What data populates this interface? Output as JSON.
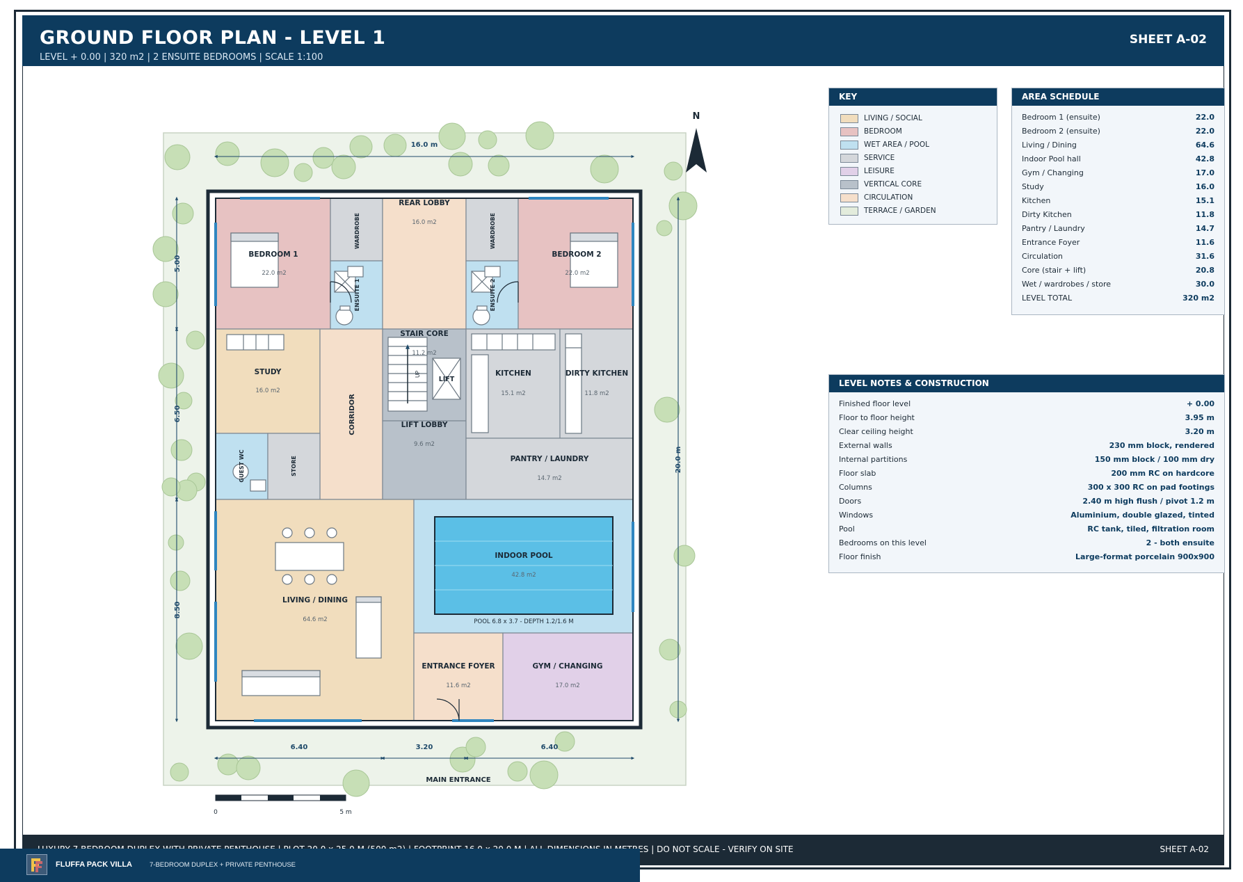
{
  "header": {
    "title": "GROUND FLOOR PLAN - LEVEL 1",
    "subtitle": "LEVEL + 0.00  |  320 m2  |  2 ENSUITE BEDROOMS  |  SCALE 1:100",
    "sheet": "SHEET A-02"
  },
  "colors": {
    "header_bg": "#0d3b5e",
    "living": "#f1ddbd",
    "bedroom": "#e7c2c2",
    "wet": "#bfe0f0",
    "service": "#d4d7db",
    "leisure": "#e1d0e8",
    "core": "#b8c1ca",
    "circulation": "#f5dfcb",
    "garden": "#e9f0e6",
    "pool_water": "#5bbfe6",
    "tree": "#c7dfb6"
  },
  "key": {
    "title": "KEY",
    "items": [
      {
        "label": "LIVING / SOCIAL",
        "color": "#f1ddbd"
      },
      {
        "label": "BEDROOM",
        "color": "#e7c2c2"
      },
      {
        "label": "WET AREA / POOL",
        "color": "#bfe0f0"
      },
      {
        "label": "SERVICE",
        "color": "#d4d7db"
      },
      {
        "label": "LEISURE",
        "color": "#e1d0e8"
      },
      {
        "label": "VERTICAL CORE",
        "color": "#b8c1ca"
      },
      {
        "label": "CIRCULATION",
        "color": "#f5dfcb"
      },
      {
        "label": "TERRACE / GARDEN",
        "color": "#e3ecdc"
      }
    ]
  },
  "schedule": {
    "title": "AREA SCHEDULE",
    "rows": [
      {
        "label": "Bedroom 1 (ensuite)",
        "value": "22.0"
      },
      {
        "label": "Bedroom 2 (ensuite)",
        "value": "22.0"
      },
      {
        "label": "Living / Dining",
        "value": "64.6"
      },
      {
        "label": "Indoor Pool hall",
        "value": "42.8"
      },
      {
        "label": "Gym / Changing",
        "value": "17.0"
      },
      {
        "label": "Study",
        "value": "16.0"
      },
      {
        "label": "Kitchen",
        "value": "15.1"
      },
      {
        "label": "Dirty Kitchen",
        "value": "11.8"
      },
      {
        "label": "Pantry / Laundry",
        "value": "14.7"
      },
      {
        "label": "Entrance Foyer",
        "value": "11.6"
      },
      {
        "label": "Circulation",
        "value": "31.6"
      },
      {
        "label": "Core (stair + lift)",
        "value": "20.8"
      },
      {
        "label": "Wet / wardrobes / store",
        "value": "30.0"
      },
      {
        "label": "LEVEL TOTAL",
        "value": "320 m2"
      }
    ]
  },
  "notes": {
    "title": "LEVEL NOTES & CONSTRUCTION",
    "rows": [
      {
        "label": "Finished floor level",
        "value": "+ 0.00"
      },
      {
        "label": "Floor to floor height",
        "value": "3.95 m"
      },
      {
        "label": "Clear ceiling height",
        "value": "3.20 m"
      },
      {
        "label": "External walls",
        "value": "230 mm block, rendered"
      },
      {
        "label": "Internal partitions",
        "value": "150 mm block / 100 mm dry"
      },
      {
        "label": "Floor slab",
        "value": "200 mm RC on hardcore"
      },
      {
        "label": "Columns",
        "value": "300 x 300 RC on pad footings"
      },
      {
        "label": "Doors",
        "value": "2.40 m high flush / pivot 1.2 m"
      },
      {
        "label": "Windows",
        "value": "Aluminium, double glazed, tinted"
      },
      {
        "label": "Pool",
        "value": "RC tank, tiled, filtration room"
      },
      {
        "label": "Bedrooms on this level",
        "value": "2 - both ensuite"
      },
      {
        "label": "Floor finish",
        "value": "Large-format porcelain 900x900"
      }
    ]
  },
  "plan": {
    "north": "N",
    "rooms": {
      "bedroom1": {
        "name": "BEDROOM 1",
        "area": "22.0 m2"
      },
      "bedroom2": {
        "name": "BEDROOM 2",
        "area": "22.0 m2"
      },
      "rear_lobby": {
        "name": "REAR LOBBY",
        "area": "16.0 m2"
      },
      "wardrobe1": {
        "name": "WARDROBE"
      },
      "wardrobe2": {
        "name": "WARDROBE"
      },
      "ensuite1": {
        "name": "ENSUITE 1"
      },
      "ensuite2": {
        "name": "ENSUITE 2"
      },
      "study": {
        "name": "STUDY",
        "area": "16.0 m2"
      },
      "corridor": {
        "name": "CORRIDOR"
      },
      "stair_core": {
        "name": "STAIR CORE",
        "area": "11.2 m2"
      },
      "stair_up": {
        "name": "UP"
      },
      "lift": {
        "name": "LIFT"
      },
      "lift_lobby": {
        "name": "LIFT LOBBY",
        "area": "9.6 m2"
      },
      "kitchen": {
        "name": "KITCHEN",
        "area": "15.1 m2"
      },
      "dirty_kitchen": {
        "name": "DIRTY KITCHEN",
        "area": "11.8 m2"
      },
      "guest_wc": {
        "name": "GUEST WC"
      },
      "store": {
        "name": "STORE"
      },
      "pantry": {
        "name": "PANTRY / LAUNDRY",
        "area": "14.7 m2"
      },
      "living": {
        "name": "LIVING / DINING",
        "area": "64.6 m2"
      },
      "pool": {
        "name": "INDOOR POOL",
        "area": "42.8 m2",
        "spec": "POOL 6.8 x 3.7 - DEPTH 1.2/1.6 M"
      },
      "foyer": {
        "name": "ENTRANCE FOYER",
        "area": "11.6 m2"
      },
      "gym": {
        "name": "GYM / CHANGING",
        "area": "17.0 m2"
      }
    },
    "dims": {
      "overall_width": "16.0 m",
      "overall_depth": "20.0 m",
      "left_top": "5.00",
      "left_mid": "6.50",
      "left_bottom": "8.50",
      "bottom_left": "6.40",
      "bottom_mid": "3.20",
      "bottom_right": "6.40"
    },
    "main_entrance": "MAIN ENTRANCE",
    "scale_start": "0",
    "scale_end": "5 m"
  },
  "footer": {
    "text": "LUXURY 7-BEDROOM DUPLEX WITH PRIVATE PENTHOUSE   |   PLOT 20.0 x 25.0 M (500 m2)   |   FOOTPRINT 16.0 x 20.0 M   |   ALL DIMENSIONS IN METRES   |   DO NOT SCALE - VERIFY ON SITE",
    "sheet": "SHEET A-02"
  },
  "brand": {
    "name": "FLUFFA PACK VILLA",
    "tagline": "7-BEDROOM DUPLEX + PRIVATE PENTHOUSE"
  }
}
